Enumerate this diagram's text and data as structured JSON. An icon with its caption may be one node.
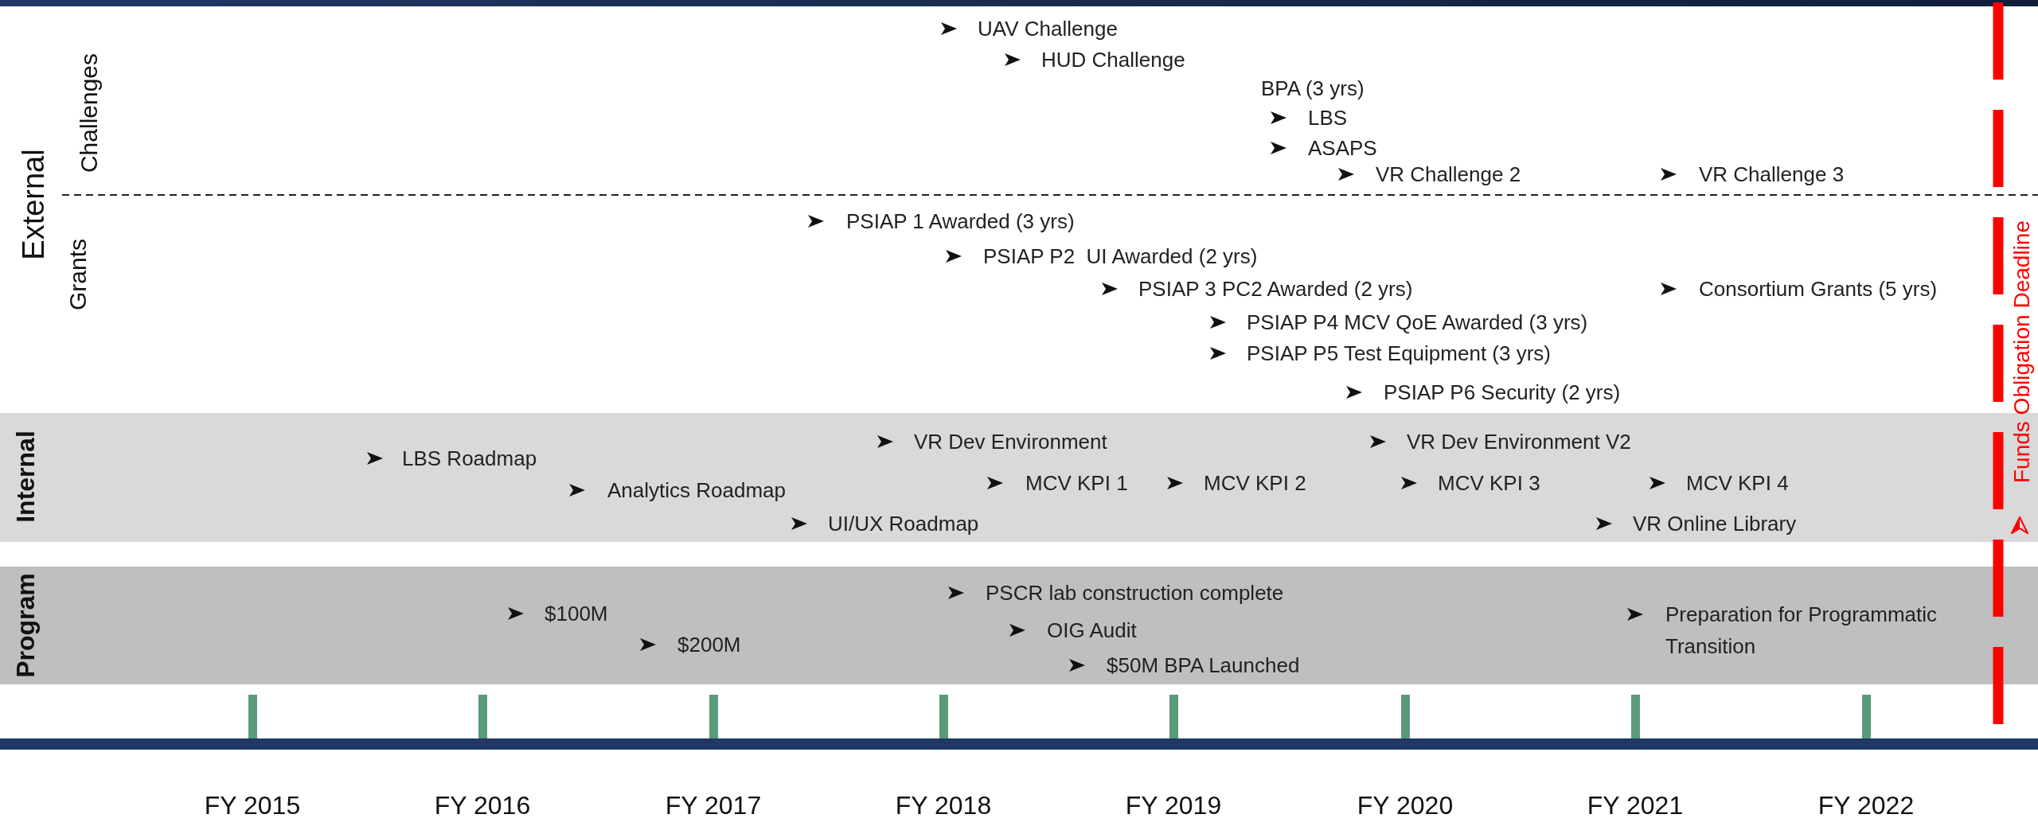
{
  "diagram": {
    "nodes": [
      {
        "text": [
          "Challenges",
          "UAV Challenge",
          "HUD Challenge",
          "BPA (3 yrs)",
          "LBS",
          "ASAPS",
          "VR Challenge 2",
          "VR Challenge 3"
        ]
      },
      {
        "text": [
          "Grants",
          "PSIAP 1 Awarded (3 yrs)",
          "PSIAP P2  UI Awarded (2 yrs)",
          "PSIAP 3 PC2 Awarded (2 yrs)",
          "Consortium Grants (5 yrs)",
          "PSIAP P4 MCV QoE Awarded (3 yrs)",
          "PSIAP P5 Test Equipment (3 yrs)",
          "PSIAP P6 Security (2 yrs)"
        ]
      },
      {
        "text": [
          "Internal",
          "VR Dev Environment",
          "VR Dev Environment V2",
          "LBS Roadmap",
          "MCV KPI 1",
          "MCV KPI 2",
          "MCV KPI 3",
          "MCV KPI 4",
          "Analytics Roadmap",
          "UI/UX Roadmap",
          "VR Online Library"
        ]
      },
      {
        "text": [
          "Program",
          "PSCR lab construction complete",
          "$100M",
          "OIG Audit",
          "$200M",
          "$50M BPA Launched",
          "Preparation for Programmatic Transition"
        ]
      }
    ],
    "labels": [
      "External",
      "Funds Obligation Deadline",
      "FY 2015",
      "FY 2016",
      "FY 2017",
      "FY 2018",
      "FY 2019",
      "FY 2020",
      "FY 2021",
      "FY 2022"
    ]
  }
}
